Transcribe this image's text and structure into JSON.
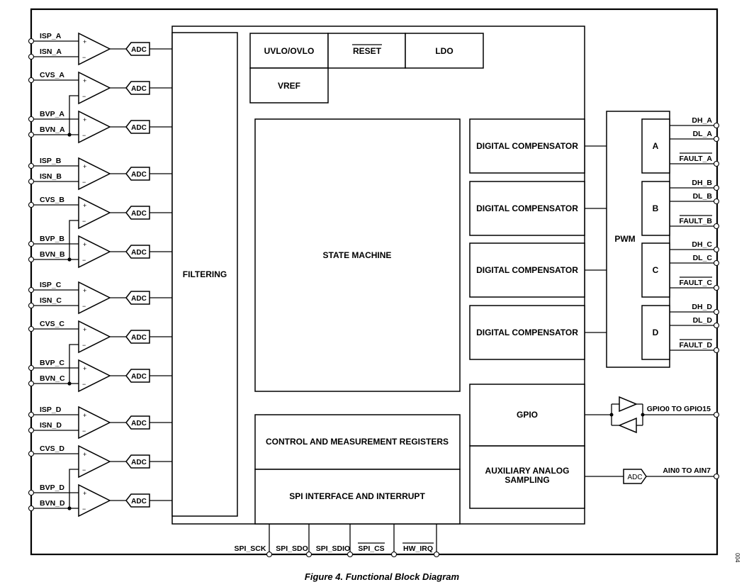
{
  "figure": {
    "caption": "Figure 4. Functional Block Diagram",
    "side_code": "004"
  },
  "inputs": [
    {
      "group": "A",
      "pins": [
        {
          "name": "ISP_A",
          "label": "ISP_A"
        },
        {
          "name": "ISN_A",
          "label": "ISN_A"
        },
        {
          "name": "CVS_A",
          "label": "CVS_A"
        },
        {
          "name": "BVP_A",
          "label": "BVP_A"
        },
        {
          "name": "BVN_A",
          "label": "BVN_A"
        }
      ]
    },
    {
      "group": "B",
      "pins": [
        {
          "name": "ISP_B",
          "label": "ISP_B"
        },
        {
          "name": "ISN_B",
          "label": "ISN_B"
        },
        {
          "name": "CVS_B",
          "label": "CVS_B"
        },
        {
          "name": "BVP_B",
          "label": "BVP_B"
        },
        {
          "name": "BVN_B",
          "label": "BVN_B"
        }
      ]
    },
    {
      "group": "C",
      "pins": [
        {
          "name": "ISP_C",
          "label": "ISP_C"
        },
        {
          "name": "ISN_C",
          "label": "ISN_C"
        },
        {
          "name": "CVS_C",
          "label": "CVS_C"
        },
        {
          "name": "BVP_C",
          "label": "BVP_C"
        },
        {
          "name": "BVN_C",
          "label": "BVN_C"
        }
      ]
    },
    {
      "group": "D",
      "pins": [
        {
          "name": "ISP_D",
          "label": "ISP_D"
        },
        {
          "name": "ISN_D",
          "label": "ISN_D"
        },
        {
          "name": "CVS_D",
          "label": "CVS_D"
        },
        {
          "name": "BVP_D",
          "label": "BVP_D"
        },
        {
          "name": "BVN_D",
          "label": "BVN_D"
        }
      ]
    }
  ],
  "adc_label": "ADC",
  "amp_plus": "+",
  "amp_minus": "−",
  "blocks": {
    "filtering": "FILTERING",
    "uvlo": "UVLO/OVLO",
    "reset": "RESET",
    "ldo": "LDO",
    "vref": "VREF",
    "state_machine": "STATE MACHINE",
    "compensators": [
      "DIGITAL COMPENSATOR",
      "DIGITAL COMPENSATOR",
      "DIGITAL COMPENSATOR",
      "DIGITAL COMPENSATOR"
    ],
    "pwm": "PWM",
    "channels": [
      "A",
      "B",
      "C",
      "D"
    ],
    "gpio": "GPIO",
    "aux_line1": "AUXILIARY  ANALOG",
    "aux_line2": "SAMPLING",
    "control_regs": "CONTROL AND MEASUREMENT REGISTERS",
    "spi_interface": "SPI INTERFACE AND INTERRUPT"
  },
  "outputs": [
    {
      "dh": "DH_A",
      "dl": "DL_A",
      "fault": "FAULT_A"
    },
    {
      "dh": "DH_B",
      "dl": "DL_B",
      "fault": "FAULT_B"
    },
    {
      "dh": "DH_C",
      "dl": "DL_C",
      "fault": "FAULT_C"
    },
    {
      "dh": "DH_D",
      "dl": "DL_D",
      "fault": "FAULT_D"
    }
  ],
  "gpio_pins": "GPIO0 TO GPIO15",
  "ain_pins": "AIN0 TO AIN7",
  "bottom_pins": [
    "SPI_SCK",
    "SPI_SDO",
    "SPI_SDIO",
    "SPI_CS",
    "HW_IRQ"
  ]
}
